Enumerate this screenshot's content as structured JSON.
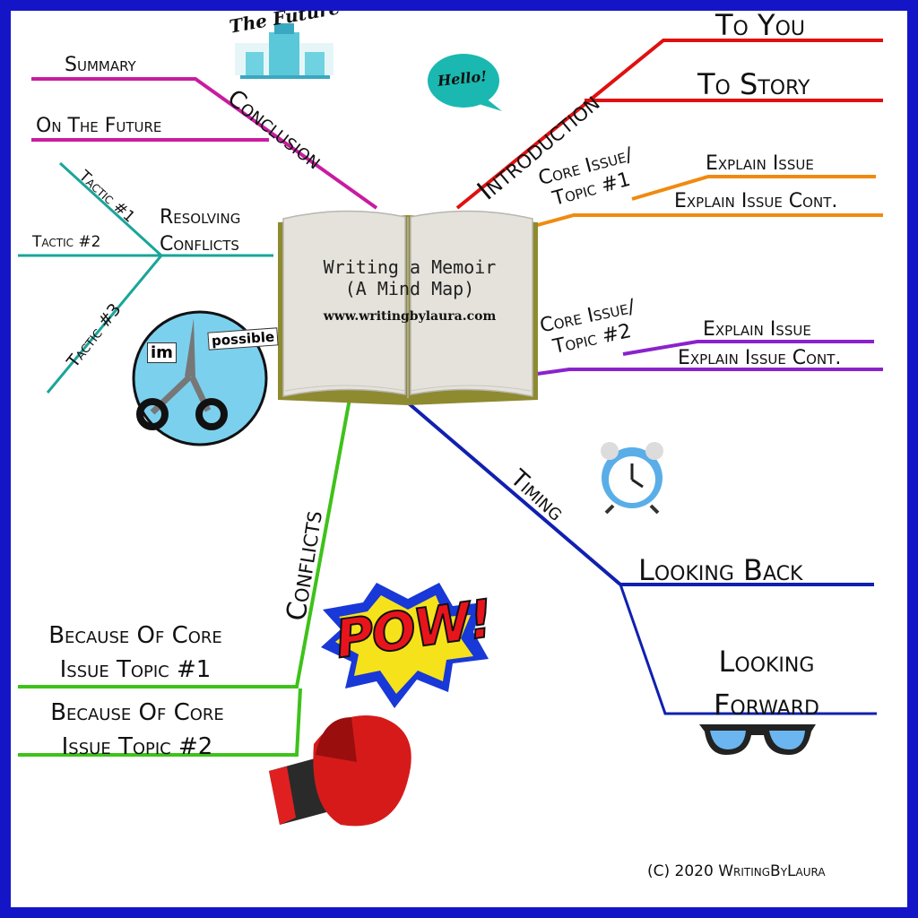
{
  "center": {
    "title": "Writing a Memoir\n(A Mind Map)",
    "url": "www.writingbylaura.com"
  },
  "branches": {
    "introduction": {
      "label": "Introduction",
      "color": "#e01010",
      "subs": [
        "To You",
        "To Story"
      ]
    },
    "core1": {
      "label": "Core Issue/\nTopic #1",
      "color": "#f08a10",
      "subs": [
        "Explain Issue",
        "Explain Issue Cont."
      ]
    },
    "core2": {
      "label": "Core Issue/\nTopic #2",
      "color": "#8a22cc",
      "subs": [
        "Explain Issue",
        "Explain Issue Cont."
      ]
    },
    "timing": {
      "label": "Timing",
      "color": "#1020b0",
      "subs": [
        "Looking Back",
        "Looking\nForward"
      ]
    },
    "conflicts": {
      "label": "Conflicts",
      "color": "#3ec21a",
      "subs": [
        "Because Of Core\nIssue Topic #1",
        "Because Of Core\nIssue Topic #2"
      ]
    },
    "resolving": {
      "label": "Resolving\nConflicts",
      "color": "#1aa59a",
      "subs": [
        "Tactic #1",
        "Tactic #2",
        "Tactic #3"
      ]
    },
    "conclusion": {
      "label": "Conclusion",
      "color": "#c81ca0",
      "subs": [
        "Summary",
        "On The Future"
      ]
    }
  },
  "decorations": {
    "future_title": "The Future",
    "hello": "Hello!",
    "impossible_left": "im",
    "impossible_right": "possible",
    "pow": "POW!"
  },
  "footer": {
    "copyright": "(C) 2020 WritingByLaura"
  },
  "colors": {
    "border": "#1515c8",
    "background": "#ffffff"
  }
}
